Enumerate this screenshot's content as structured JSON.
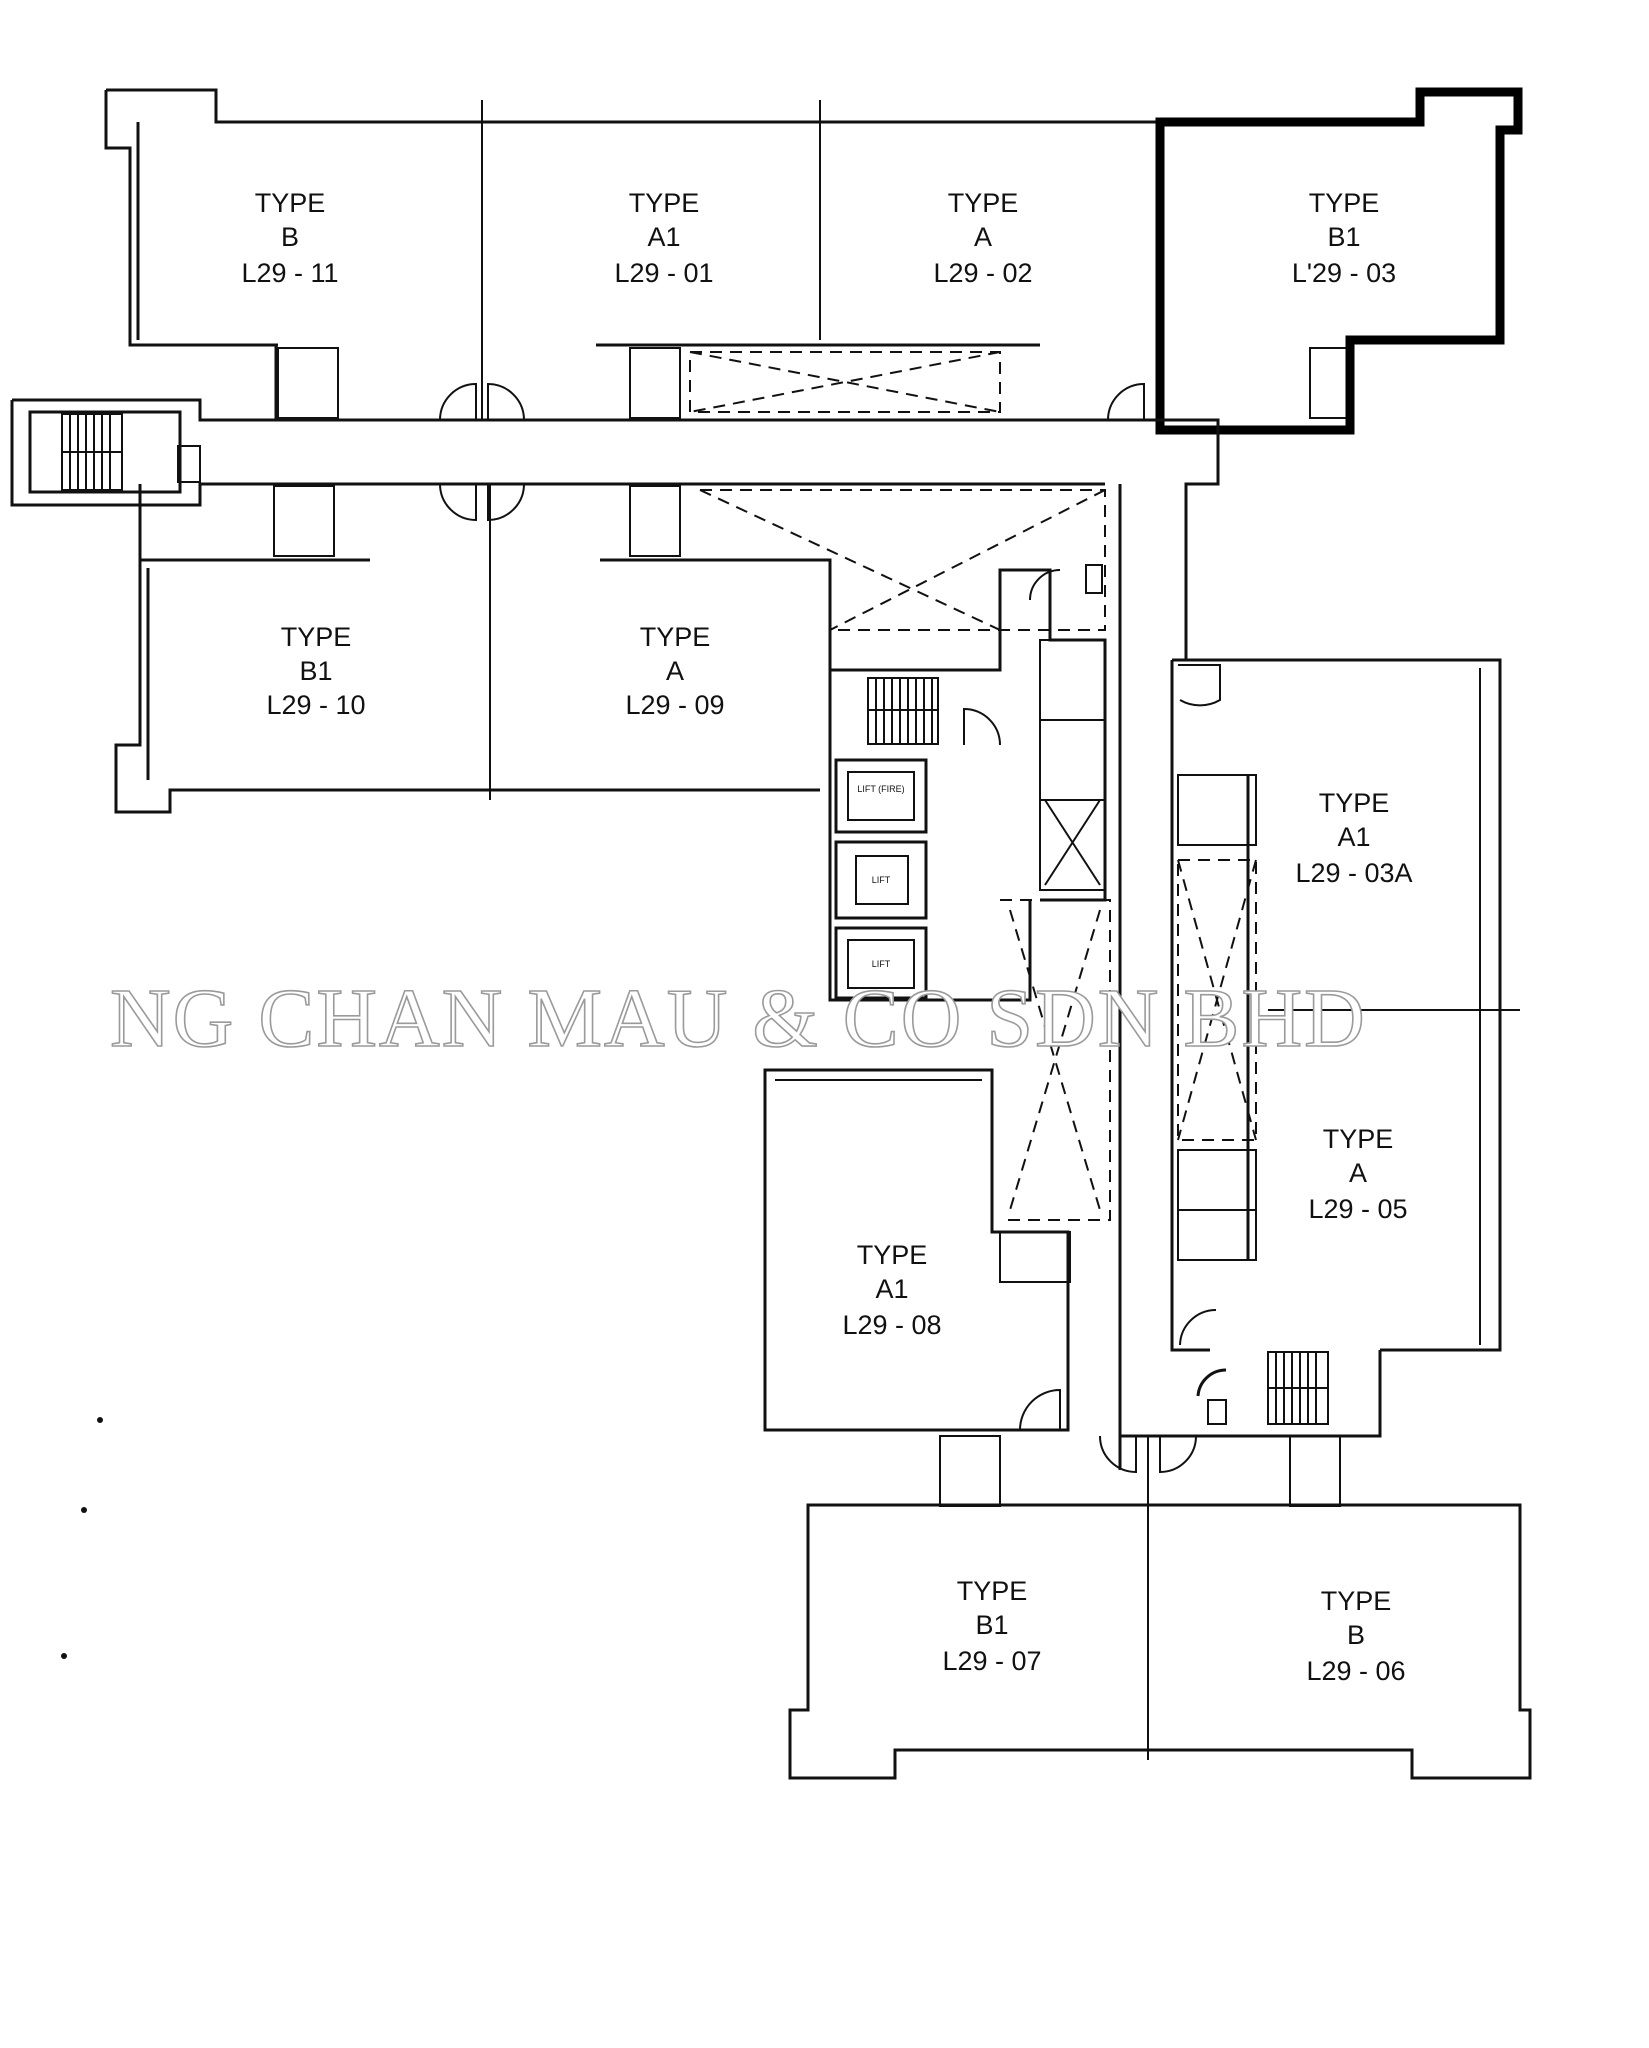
{
  "watermark": "NG CHAN MAU & CO SDN BHD",
  "units": [
    {
      "type": "TYPE",
      "subtype": "B",
      "unit_no": "L29 - 11"
    },
    {
      "type": "TYPE",
      "subtype": "A1",
      "unit_no": "L29 - 01"
    },
    {
      "type": "TYPE",
      "subtype": "A",
      "unit_no": "L29 - 02"
    },
    {
      "type": "TYPE",
      "subtype": "B1",
      "unit_no": "L'29 - 03",
      "highlighted": true
    },
    {
      "type": "TYPE",
      "subtype": "B1",
      "unit_no": "L29 - 10"
    },
    {
      "type": "TYPE",
      "subtype": "A",
      "unit_no": "L29 - 09"
    },
    {
      "type": "TYPE",
      "subtype": "A1",
      "unit_no": "L29 - 03A"
    },
    {
      "type": "TYPE",
      "subtype": "A",
      "unit_no": "L29 - 05"
    },
    {
      "type": "TYPE",
      "subtype": "A1",
      "unit_no": "L29 - 08"
    },
    {
      "type": "TYPE",
      "subtype": "B1",
      "unit_no": "L29 - 07"
    },
    {
      "type": "TYPE",
      "subtype": "B",
      "unit_no": "L29 - 06"
    }
  ],
  "lifts": [
    "LIFT (FIRE)",
    "LIFT",
    "LIFT"
  ],
  "highlight_color": "#000000"
}
